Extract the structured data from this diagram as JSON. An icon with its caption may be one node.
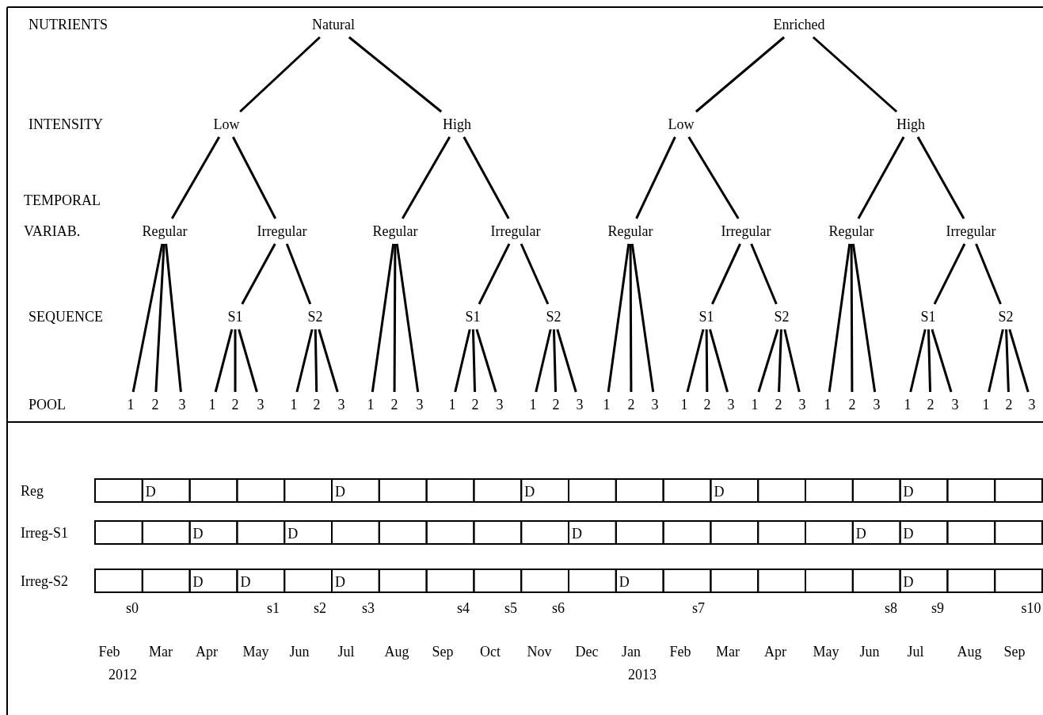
{
  "diagram": {
    "nodes": [
      {
        "text": [
          "Natural"
        ]
      },
      {
        "text": [
          "Enriched"
        ]
      },
      {
        "text": [
          "Low"
        ]
      },
      {
        "text": [
          "High"
        ]
      },
      {
        "text": [
          "Low"
        ]
      },
      {
        "text": [
          "High"
        ]
      },
      {
        "text": [
          "Regular"
        ]
      },
      {
        "text": [
          "Irregular"
        ]
      },
      {
        "text": [
          "Regular"
        ]
      },
      {
        "text": [
          "Irregular"
        ]
      },
      {
        "text": [
          "Regular"
        ]
      },
      {
        "text": [
          "Irregular"
        ]
      },
      {
        "text": [
          "Regular"
        ]
      },
      {
        "text": [
          "Irregular"
        ]
      },
      {
        "text": [
          "S1"
        ]
      },
      {
        "text": [
          "S2"
        ]
      },
      {
        "text": [
          "S1"
        ]
      },
      {
        "text": [
          "S2"
        ]
      },
      {
        "text": [
          "S1"
        ]
      },
      {
        "text": [
          "S2"
        ]
      },
      {
        "text": [
          "S1"
        ]
      },
      {
        "text": [
          "S2"
        ]
      },
      {
        "text": [
          "1"
        ]
      },
      {
        "text": [
          "2"
        ]
      },
      {
        "text": [
          "3"
        ]
      },
      {
        "text": [
          "1"
        ]
      },
      {
        "text": [
          "2"
        ]
      },
      {
        "text": [
          "3"
        ]
      },
      {
        "text": [
          "1"
        ]
      },
      {
        "text": [
          "2"
        ]
      },
      {
        "text": [
          "3"
        ]
      },
      {
        "text": [
          "1"
        ]
      },
      {
        "text": [
          "2"
        ]
      },
      {
        "text": [
          "3"
        ]
      },
      {
        "text": [
          "1"
        ]
      },
      {
        "text": [
          "2"
        ]
      },
      {
        "text": [
          "3"
        ]
      },
      {
        "text": [
          "1"
        ]
      },
      {
        "text": [
          "2"
        ]
      },
      {
        "text": [
          "3"
        ]
      },
      {
        "text": [
          "1"
        ]
      },
      {
        "text": [
          "2"
        ]
      },
      {
        "text": [
          "3"
        ]
      },
      {
        "text": [
          "1"
        ]
      },
      {
        "text": [
          "2"
        ]
      },
      {
        "text": [
          "3"
        ]
      },
      {
        "text": [
          "1"
        ]
      },
      {
        "text": [
          "2"
        ]
      },
      {
        "text": [
          "3"
        ]
      },
      {
        "text": [
          "1"
        ]
      },
      {
        "text": [
          "2"
        ]
      },
      {
        "text": [
          "3"
        ]
      },
      {
        "text": [
          "1"
        ]
      },
      {
        "text": [
          "2"
        ]
      },
      {
        "text": [
          "3"
        ]
      },
      {
        "text": [
          "1"
        ]
      },
      {
        "text": [
          "2"
        ]
      },
      {
        "text": [
          "3"
        ]
      }
    ],
    "edges": [
      {
        "from": 0,
        "to": 2,
        "arrow": "none"
      },
      {
        "from": 0,
        "to": 3,
        "arrow": "none"
      },
      {
        "from": 1,
        "to": 4,
        "arrow": "none"
      },
      {
        "from": 1,
        "to": 5,
        "arrow": "none"
      },
      {
        "from": 2,
        "to": 6,
        "arrow": "none"
      },
      {
        "from": 2,
        "to": 7,
        "arrow": "none"
      },
      {
        "from": 3,
        "to": 8,
        "arrow": "none"
      },
      {
        "from": 3,
        "to": 9,
        "arrow": "none"
      },
      {
        "from": 4,
        "to": 10,
        "arrow": "none"
      },
      {
        "from": 4,
        "to": 11,
        "arrow": "none"
      },
      {
        "from": 5,
        "to": 12,
        "arrow": "none"
      },
      {
        "from": 5,
        "to": 13,
        "arrow": "none"
      },
      {
        "from": 6,
        "to": 22,
        "arrow": "none"
      },
      {
        "from": 6,
        "to": 23,
        "arrow": "none"
      },
      {
        "from": 6,
        "to": 24,
        "arrow": "none"
      },
      {
        "from": 7,
        "to": 14,
        "arrow": "none"
      },
      {
        "from": 7,
        "to": 15,
        "arrow": "none"
      },
      {
        "from": 14,
        "to": 25,
        "arrow": "none"
      },
      {
        "from": 14,
        "to": 26,
        "arrow": "none"
      },
      {
        "from": 14,
        "to": 27,
        "arrow": "none"
      },
      {
        "from": 15,
        "to": 28,
        "arrow": "none"
      },
      {
        "from": 15,
        "to": 29,
        "arrow": "none"
      },
      {
        "from": 15,
        "to": 30,
        "arrow": "none"
      },
      {
        "from": 8,
        "to": 31,
        "arrow": "none"
      },
      {
        "from": 8,
        "to": 32,
        "arrow": "none"
      },
      {
        "from": 8,
        "to": 33,
        "arrow": "none"
      },
      {
        "from": 9,
        "to": 16,
        "arrow": "none"
      },
      {
        "from": 9,
        "to": 17,
        "arrow": "none"
      },
      {
        "from": 16,
        "to": 34,
        "arrow": "none"
      },
      {
        "from": 16,
        "to": 35,
        "arrow": "none"
      },
      {
        "from": 16,
        "to": 36,
        "arrow": "none"
      },
      {
        "from": 17,
        "to": 37,
        "arrow": "none"
      },
      {
        "from": 17,
        "to": 38,
        "arrow": "none"
      },
      {
        "from": 17,
        "to": 39,
        "arrow": "none"
      },
      {
        "from": 10,
        "to": 40,
        "arrow": "none"
      },
      {
        "from": 10,
        "to": 41,
        "arrow": "none"
      },
      {
        "from": 10,
        "to": 42,
        "arrow": "none"
      },
      {
        "from": 11,
        "to": 18,
        "arrow": "none"
      },
      {
        "from": 11,
        "to": 19,
        "arrow": "none"
      },
      {
        "from": 18,
        "to": 43,
        "arrow": "none"
      },
      {
        "from": 18,
        "to": 44,
        "arrow": "none"
      },
      {
        "from": 18,
        "to": 45,
        "arrow": "none"
      },
      {
        "from": 19,
        "to": 46,
        "arrow": "none"
      },
      {
        "from": 19,
        "to": 47,
        "arrow": "none"
      },
      {
        "from": 19,
        "to": 48,
        "arrow": "none"
      },
      {
        "from": 12,
        "to": 49,
        "arrow": "none"
      },
      {
        "from": 12,
        "to": 50,
        "arrow": "none"
      },
      {
        "from": 12,
        "to": 51,
        "arrow": "none"
      },
      {
        "from": 13,
        "to": 20,
        "arrow": "none"
      },
      {
        "from": 13,
        "to": 21,
        "arrow": "none"
      },
      {
        "from": 20,
        "to": 52,
        "arrow": "none"
      },
      {
        "from": 20,
        "to": 53,
        "arrow": "none"
      },
      {
        "from": 20,
        "to": 54,
        "arrow": "none"
      },
      {
        "from": 21,
        "to": 55,
        "arrow": "none"
      },
      {
        "from": 21,
        "to": 56,
        "arrow": "none"
      },
      {
        "from": 21,
        "to": 57,
        "arrow": "none"
      }
    ],
    "labels": [
      "NUTRIENTS",
      "INTENSITY",
      "TEMPORAL VARIAB.",
      "SEQUENCE",
      "POOL",
      "Reg",
      "D",
      "D",
      "D",
      "D",
      "D",
      "Irreg-S1",
      "D",
      "D",
      "D",
      "D",
      "D",
      "Irreg-S2",
      "D",
      "D",
      "D",
      "D",
      "D",
      "s0",
      "s1",
      "s2",
      "s3",
      "s4",
      "s5",
      "s6",
      "s7",
      "s8",
      "s9",
      "s10",
      "Feb",
      "Mar",
      "Apr",
      "May",
      "Jun",
      "Jul",
      "Aug",
      "Sep",
      "Oct",
      "Nov",
      "Dec",
      "Jan",
      "Feb",
      "Mar",
      "Apr",
      "May",
      "Jun",
      "Jul",
      "Aug",
      "Sep",
      "2012",
      "2013"
    ]
  }
}
